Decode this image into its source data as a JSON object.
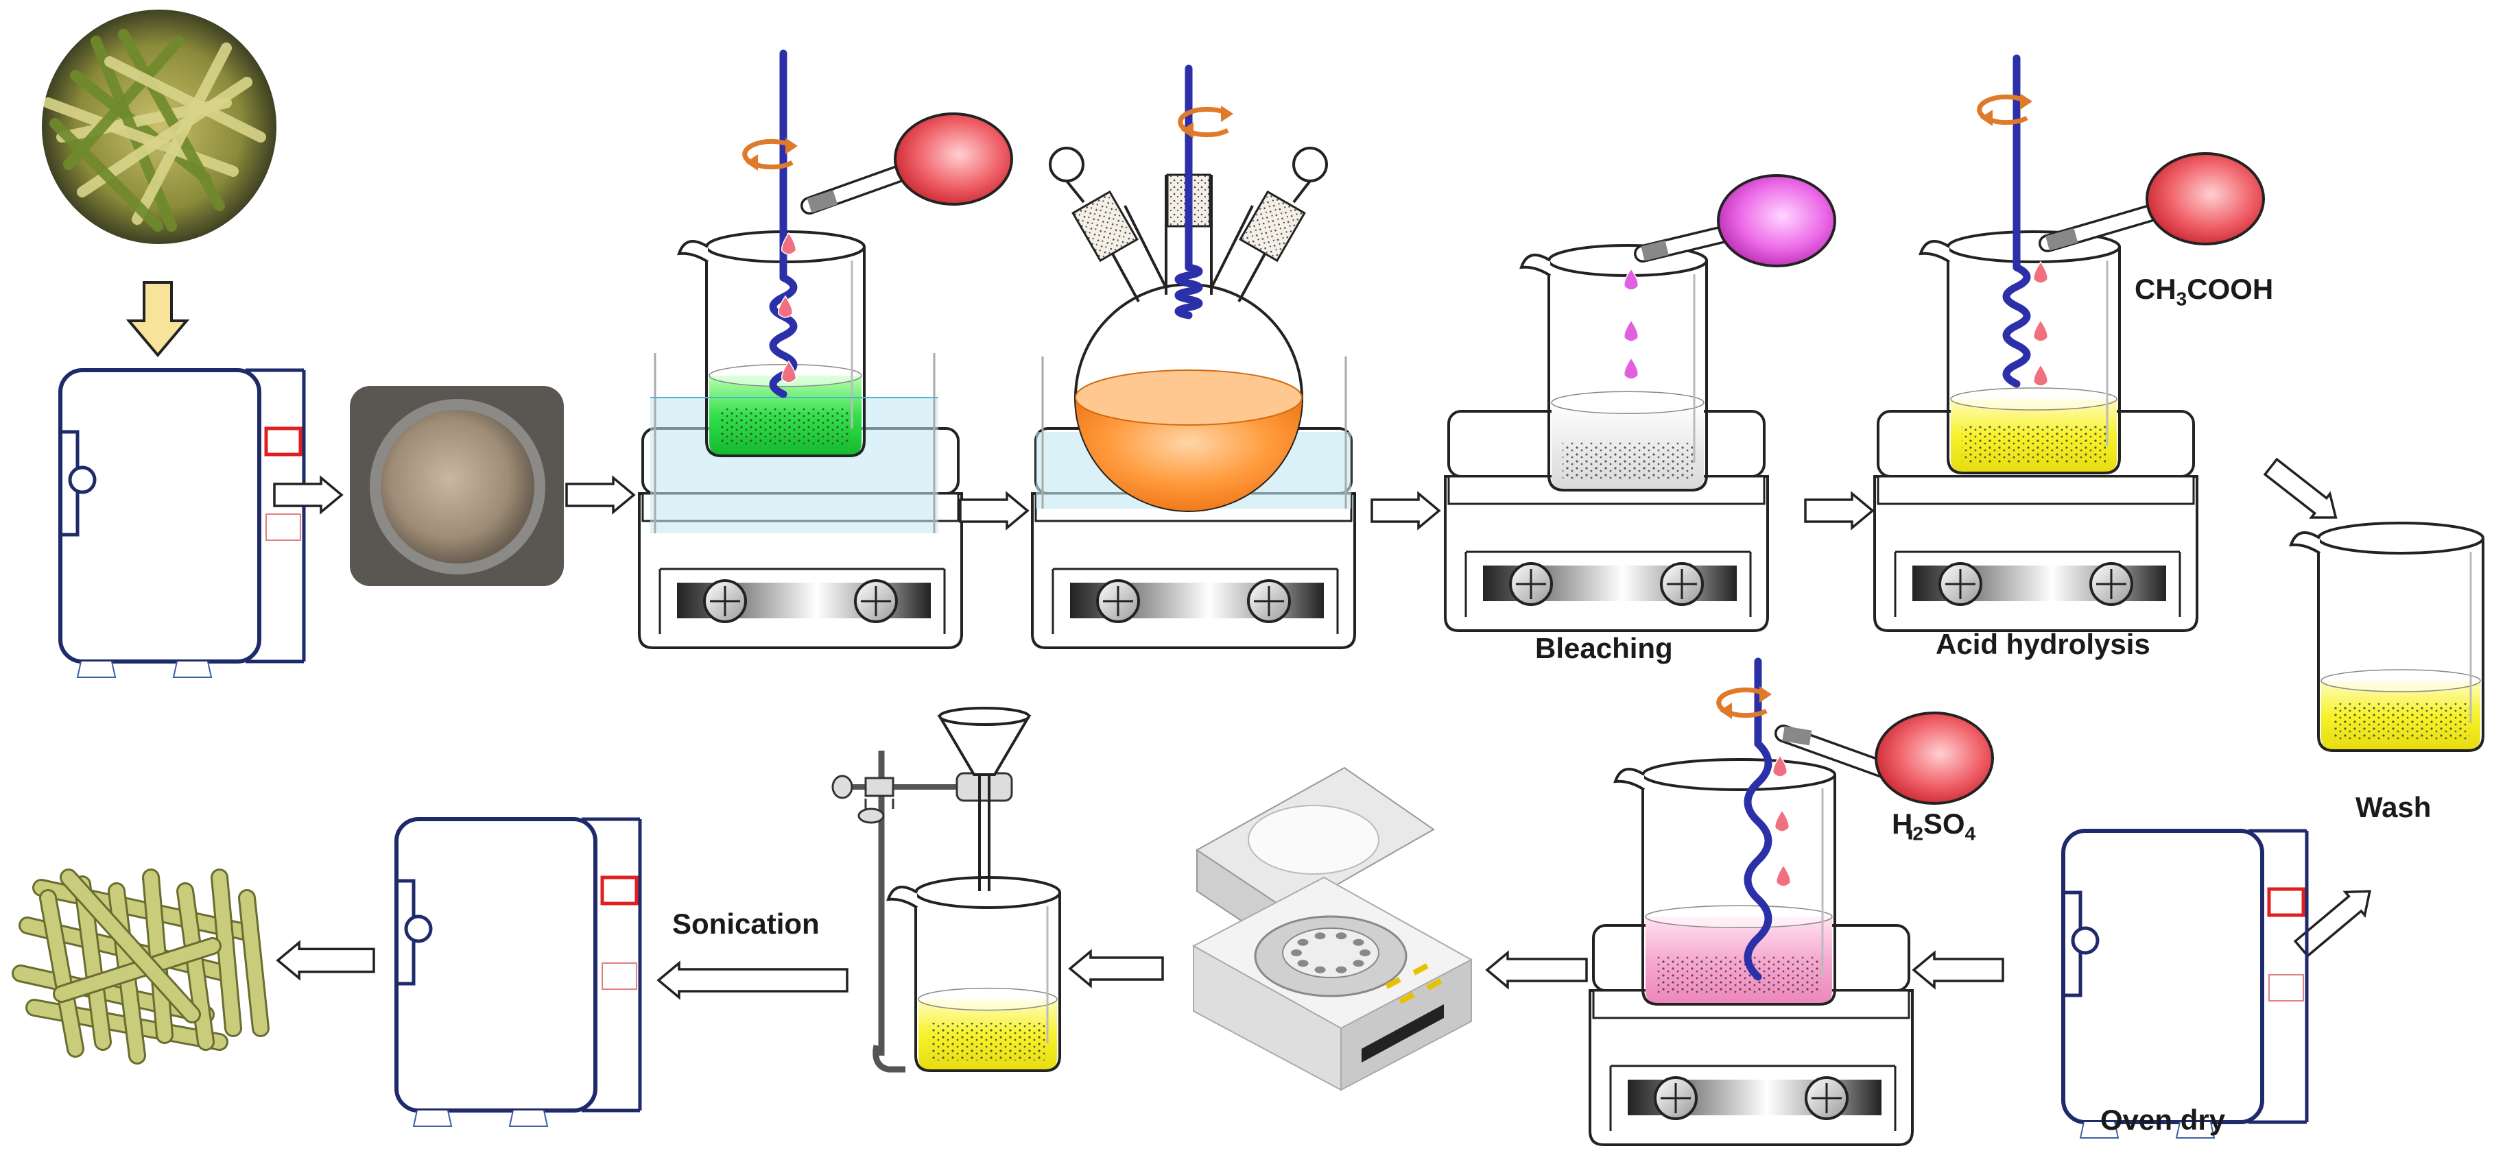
{
  "labels": {
    "bleaching": "Bleaching",
    "acid_hydrolysis": "Acid hydrolysis",
    "wash": "Wash",
    "oven_dry": "Oven dry",
    "sonication": "Sonication"
  },
  "chemicals": {
    "acetic_acid": {
      "pre": "CH",
      "sub1": "3",
      "post": "COOH"
    },
    "sulfuric_acid": {
      "pre": "Ⱨ",
      "sub1": "2",
      "mid": "SO",
      "sub2": "4"
    }
  },
  "colors": {
    "oven_outline": "#1f2a6b",
    "stirrer_rod": "#2b2fa8",
    "rotation_arrow": "#e07a2b",
    "green_solution": "#22d63a",
    "orange_solution": "#ff9a3c",
    "white_solution": "#e8e8e8",
    "yellow_solution": "#f5f01e",
    "pink_solution": "#f4a6cf",
    "red_bulb": "#e8424c",
    "magenta_bulb": "#e04fe0",
    "water_bath": "#bfe8f2",
    "funnel_arrow_fill": "#f7e39a",
    "nanofiber": "#c9cc7a"
  },
  "icons": [
    "raw-grass-photo",
    "oven-icon",
    "powder-dish-photo",
    "hotplate-stirrer-icon",
    "three-neck-flask-icon",
    "beaker-icon",
    "centrifuge-icon",
    "filtration-stand-icon",
    "nanofiber-icon"
  ]
}
